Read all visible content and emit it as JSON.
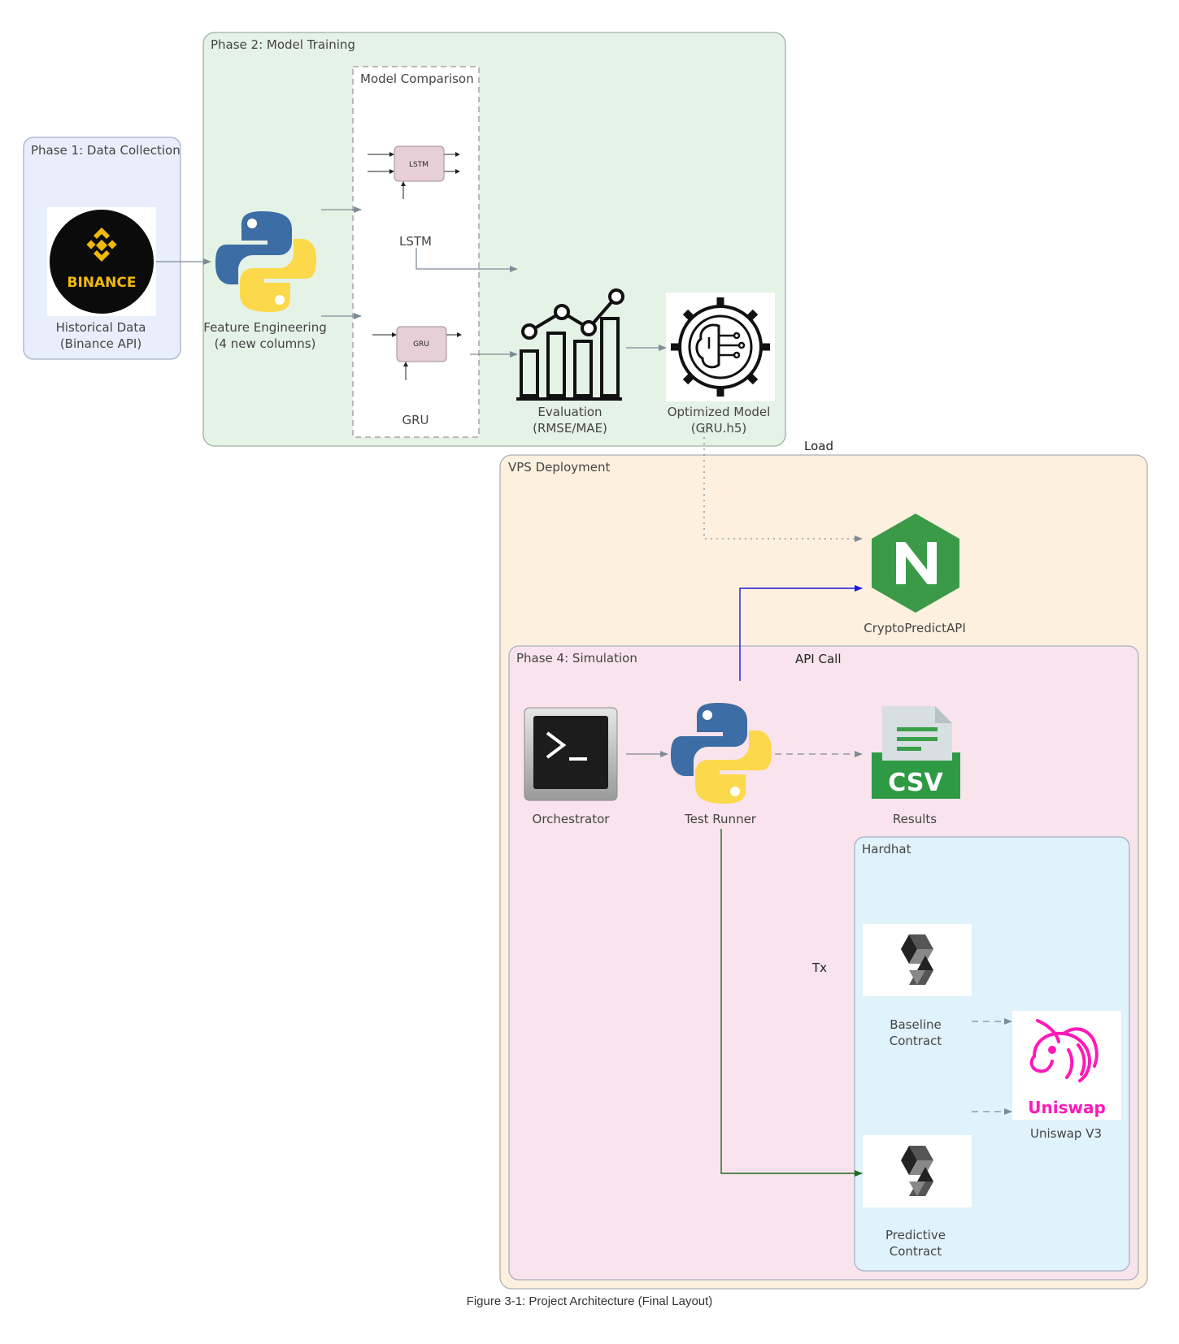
{
  "clusters": {
    "phase1": "Phase 1: Data Collection",
    "phase2": "Phase 2: Model Training",
    "model_comparison": "Model Comparison",
    "vps": "VPS Deployment",
    "phase4": "Phase 4: Simulation",
    "hardhat": "Hardhat"
  },
  "nodes": {
    "historical_data": [
      "Historical Data",
      "(Binance API)"
    ],
    "binance_logo_text": "BINANCE",
    "feature_engineering": [
      "Feature Engineering",
      "(4 new columns)"
    ],
    "lstm": "LSTM",
    "lstm_cell": "LSTM",
    "gru": "GRU",
    "gru_cell": "GRU",
    "evaluation": [
      "Evaluation",
      "(RMSE/MAE)"
    ],
    "optimized_model": [
      "Optimized Model",
      "(GRU.h5)"
    ],
    "api": "CryptoPredictAPI",
    "orchestrator": "Orchestrator",
    "test_runner": "Test Runner",
    "results": "Results",
    "csv_text": "CSV",
    "baseline_contract": [
      "Baseline",
      "Contract"
    ],
    "predictive_contract": [
      "Predictive",
      "Contract"
    ],
    "uniswap": "Uniswap V3",
    "uniswap_logo_text": "Uniswap"
  },
  "edges": {
    "load": "Load",
    "api_call": "API Call",
    "tx": "Tx"
  },
  "caption": "Figure 3-1: Project Architecture (Final Layout)",
  "colors": {
    "phase1_bg": "#e8eefb",
    "phase2_bg": "#e5f2e6",
    "vps_bg": "#fdf0de",
    "phase4_bg": "#f9e3ec",
    "hardhat_bg": "#e0f2fb",
    "edge_gray": "#7f8c96",
    "edge_blue": "#1a1adb",
    "edge_green": "#1d6b1d",
    "nginx_green": "#3a9a48",
    "uniswap_pink": "#ff19b8"
  }
}
